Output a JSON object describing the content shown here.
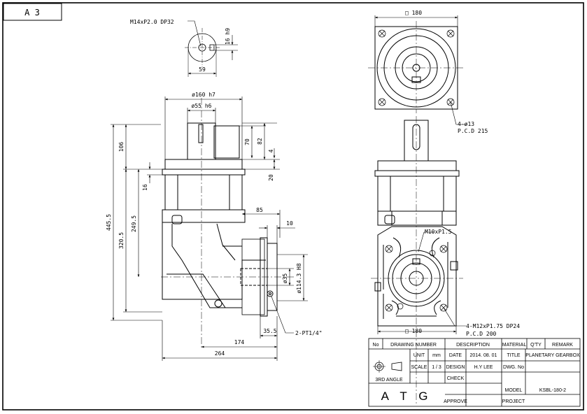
{
  "sheet": {
    "size_tag": "A 3"
  },
  "top_detail": {
    "thread_note": "M14xP2.0 DP32",
    "key_height": "16 h9",
    "width": "59"
  },
  "side_view": {
    "flange_dia": "ø160 h7",
    "shaft_dia": "ø55 h6",
    "shaft_len": "106",
    "key_len": "70",
    "shaft_len2": "82",
    "key_offset": "4",
    "flange_thk": "20",
    "pilot_depth": "16",
    "total_height": "445.5",
    "body_height": "320.5",
    "center_height": "249.5",
    "input_offset": "85",
    "input_flange": "10",
    "input_bore": "ø114.3 H8",
    "input_pilot": "ø35",
    "input_face": "35.5",
    "center_dist": "174",
    "overall_len": "264",
    "port_note": "2-PT1/4\""
  },
  "front_view": {
    "square_top": "□ 180",
    "hole_note": "4-ø13",
    "pcd_note": "P.C.D 215",
    "tap_note": "M10xP1.5",
    "square_bottom": "□ 180",
    "bolt_note": "4-M12xP1.75 DP24",
    "pcd_bottom": "P.C.D 200"
  },
  "title_block": {
    "headers": {
      "no": "No",
      "drawing_number": "DRAWING NUMBER",
      "description": "DESCRIPTION",
      "material": "MATERIAL",
      "qty": "Q'TY",
      "remark": "REMARK"
    },
    "projection": "3RD ANGLE",
    "unit_label": "UNIT",
    "unit_value": "mm",
    "scale_label": "SCALE",
    "scale_value": "1 / 3",
    "date_label": "DATE",
    "date_value": "2014. 08. 01",
    "design_label": "DESIGN",
    "design_value": "H.Y LEE",
    "check_label": "CHECK",
    "approve_label": "APPROVE",
    "title_label": "TITLE",
    "title_value": "PLANETARY GEARBOX",
    "dwg_label": "DWG. No",
    "model_label": "MODEL",
    "model_value": "KSBL-180-2",
    "project_label": "PROJECT",
    "logo": "A T G"
  }
}
